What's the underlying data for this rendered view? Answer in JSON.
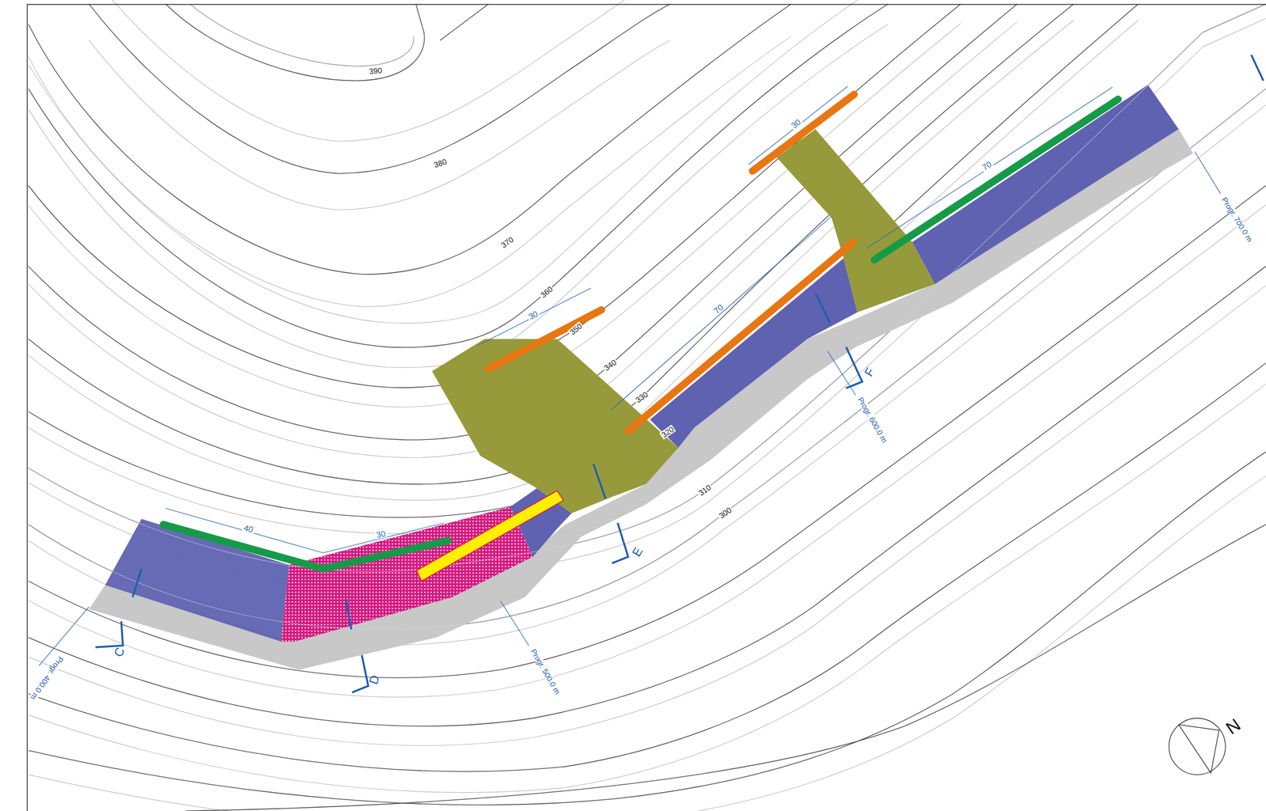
{
  "diagram": {
    "labels": [
      "390",
      "380",
      "370",
      "360",
      "350",
      "340",
      "330",
      "320",
      "310",
      "300",
      "30",
      "70",
      "30",
      "70",
      "40",
      "30",
      "C",
      "D",
      "E",
      "F",
      "Progr. 400.0 m",
      "Progr. 500.0 m",
      "Progr. 600.0 m",
      "Progr. 700.0 m",
      "N"
    ]
  }
}
